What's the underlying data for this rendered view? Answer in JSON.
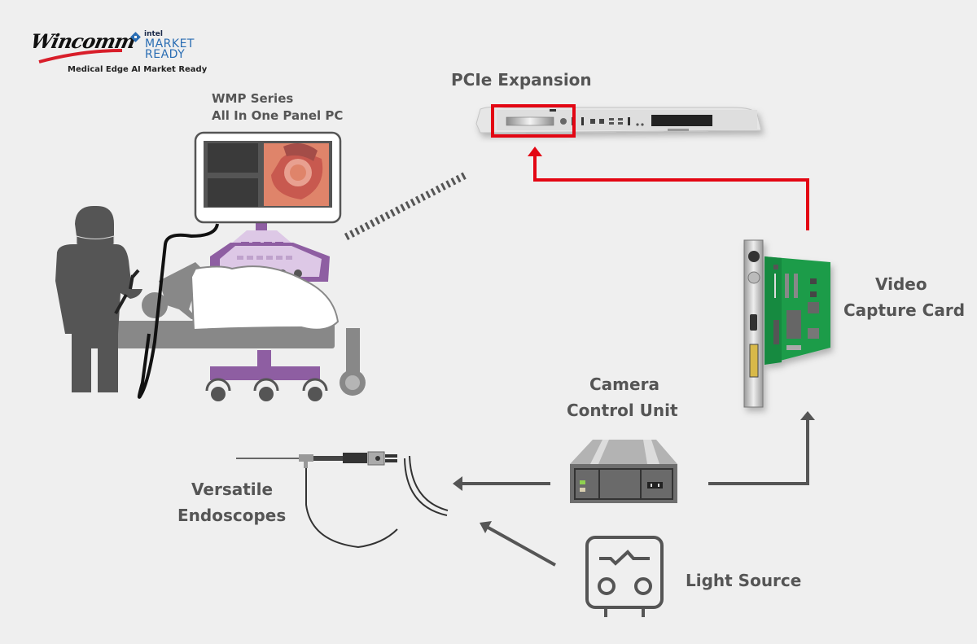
{
  "brand": {
    "logo_text": "Wincomm",
    "partner_top": "intel",
    "partner_line1": "MARKET",
    "partner_line2": "READY",
    "tagline": "Medical Edge AI Market Ready"
  },
  "labels": {
    "panel_pc_line1": "WMP Series",
    "panel_pc_line2": "All In One Panel PC",
    "pcie": "PCIe Expansion",
    "capture_line1": "Video",
    "capture_line2": "Capture Card",
    "ccu_line1": "Camera",
    "ccu_line2": "Control Unit",
    "endo_line1": "Versatile",
    "endo_line2": "Endoscopes",
    "light": "Light Source"
  },
  "colors": {
    "background": "#efefef",
    "text": "#555555",
    "accent_red": "#e30613",
    "cart_purple": "#8e5ea2",
    "pcb_green": "#1f9c4a",
    "intel_blue": "#2a6db3"
  },
  "flow": [
    {
      "from": "Camera Control Unit",
      "to": "Versatile Endoscopes"
    },
    {
      "from": "Light Source",
      "to": "Versatile Endoscopes"
    },
    {
      "from": "Camera Control Unit",
      "to": "Video Capture Card"
    },
    {
      "from": "Video Capture Card",
      "to": "PCIe Expansion"
    }
  ]
}
